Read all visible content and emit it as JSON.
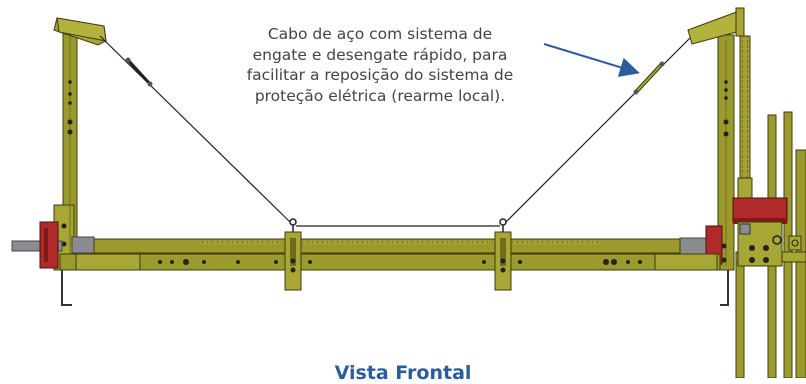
{
  "callout": {
    "lines": [
      "Cabo de aço com sistema de",
      "engate e desengate rápido, para",
      "facilitar a reposição do sistema de",
      "proteção elétrica (rearme local)."
    ]
  },
  "caption": "Vista Frontal",
  "colors": {
    "olive": "#9c9a2c",
    "olive_dark": "#6f6d1c",
    "red": "#b02a2a",
    "steel": "#8a8c90",
    "caption": "#2a5c9e",
    "arrow": "#2a5c9e"
  }
}
